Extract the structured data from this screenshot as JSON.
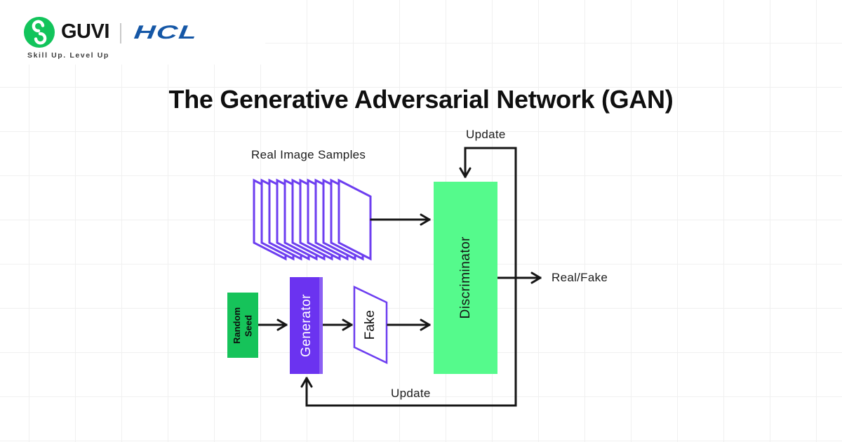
{
  "header": {
    "brand": "GUVI",
    "partner": "HCL",
    "tagline": "Skill Up. Level Up"
  },
  "title": "The Generative Adversarial Network (GAN)",
  "diagram": {
    "labels": {
      "real_image_samples": "Real Image Samples",
      "update_top": "Update",
      "update_bottom": "Update",
      "real_fake": "Real/Fake"
    },
    "nodes": {
      "random_seed": "Random\nSeed",
      "generator": "Generator",
      "fake": "Fake",
      "discriminator": "Discriminator"
    },
    "stack": {
      "count": 12
    }
  },
  "colors": {
    "brand_green": "#12C45B",
    "hcl_blue": "#1557A6",
    "seed_green": "#16C35A",
    "mint_green": "#55FA8C",
    "purple": "#6B33F0",
    "stroke_purple": "#6D3EF0",
    "line": "#161616"
  }
}
